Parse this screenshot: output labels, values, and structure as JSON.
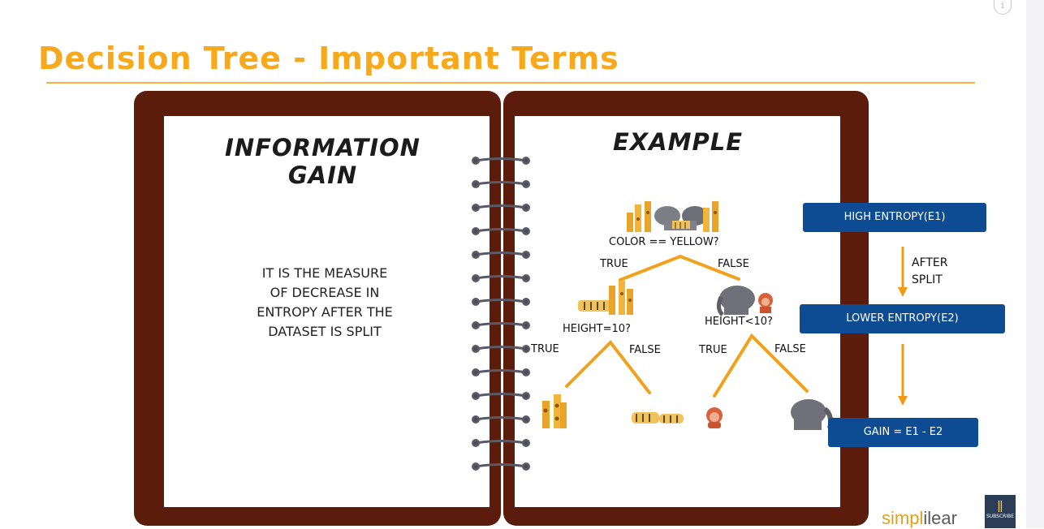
{
  "header": {
    "title": "Decision Tree - Important Terms"
  },
  "left_page": {
    "heading_line1": "INFORMATION",
    "heading_line2": "GAIN",
    "definition_lines": [
      "IT IS THE MEASURE",
      "OF DECREASE IN",
      "ENTROPY AFTER THE",
      "DATASET IS SPLIT"
    ]
  },
  "right_page": {
    "heading": "EXAMPLE",
    "root_question": "COLOR == YELLOW?",
    "root_true": "TRUE",
    "root_false": "FALSE",
    "left_question": "HEIGHT=10?",
    "left_true": "TRUE",
    "left_false": "FALSE",
    "right_question": "HEIGHT<10?",
    "right_true": "TRUE",
    "right_false": "FALSE"
  },
  "entropy_flow": {
    "high_entropy": "HIGH ENTROPY(E1)",
    "after_split_line1": "AFTER",
    "after_split_line2": "SPLIT",
    "lower_entropy": "LOWER ENTROPY(E2)",
    "gain": "GAIN = E1 - E2"
  },
  "branding": {
    "brand_part1": "simpl",
    "brand_part2": "ilear",
    "subscribe_label": "SUBSCRIBE"
  },
  "colors": {
    "title_orange": "#f7a81b",
    "binding_brown": "#5b1c0c",
    "box_blue": "#0d4c93",
    "tree_line": "#f2a11d",
    "arrow_orange": "#f29a14"
  },
  "icons": {
    "info": "info-icon",
    "root_group": "giraffes-elephants-tigers-group",
    "left_group": "tigers-giraffes-group",
    "right_group": "elephant-monkey-group",
    "leaf1": "giraffe-pair",
    "leaf2": "tiger-pair",
    "leaf3": "monkey",
    "leaf4": "elephant"
  }
}
